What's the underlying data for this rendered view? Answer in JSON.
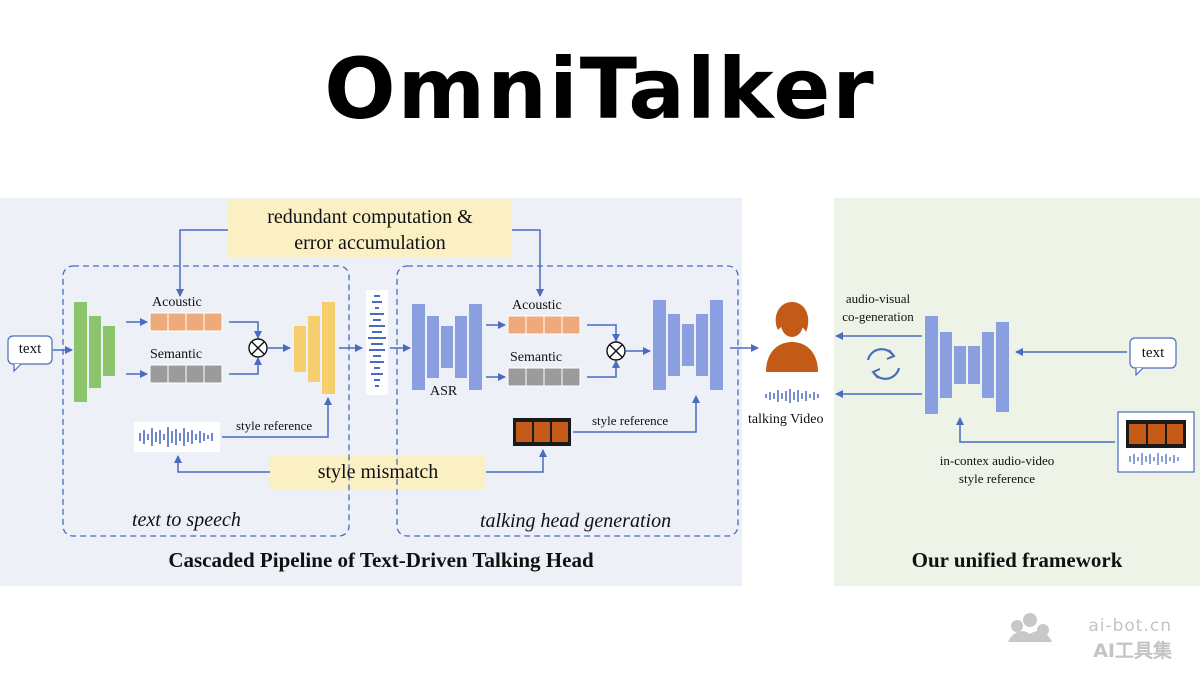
{
  "title": "OmniTalker",
  "highlights": {
    "redundant_line1": "redundant computation &",
    "redundant_line2": "error accumulation",
    "mismatch": "style mismatch"
  },
  "tts": {
    "input": "text",
    "acoustic": "Acoustic",
    "semantic": "Semantic",
    "style_reference": "style reference",
    "section_label": "text to speech"
  },
  "thg": {
    "asr": "ASR",
    "acoustic": "Acoustic",
    "semantic": "Semantic",
    "style_reference": "style reference",
    "section_label": "talking head generation"
  },
  "output": {
    "label": "talking Video"
  },
  "left_caption": "Cascaded Pipeline of Text-Driven Talking Head",
  "unified": {
    "input": "text",
    "av_line1": "audio-visual",
    "av_line2": "co-generation",
    "ref_line1": "in-contex audio-video",
    "ref_line2": "style reference",
    "caption": "Our unified framework"
  },
  "watermark": {
    "line1": "ai-bot.cn",
    "line2": "AI工具集"
  },
  "colors": {
    "green": "#8cc46c",
    "yellow": "#f5cf6e",
    "blue": "#8a9fdf",
    "orange": "#efaa7c",
    "gray": "#9b9b9b",
    "arrow": "#4a6bbf",
    "highlight": "#fbefc4",
    "avatar": "#c45a18"
  }
}
